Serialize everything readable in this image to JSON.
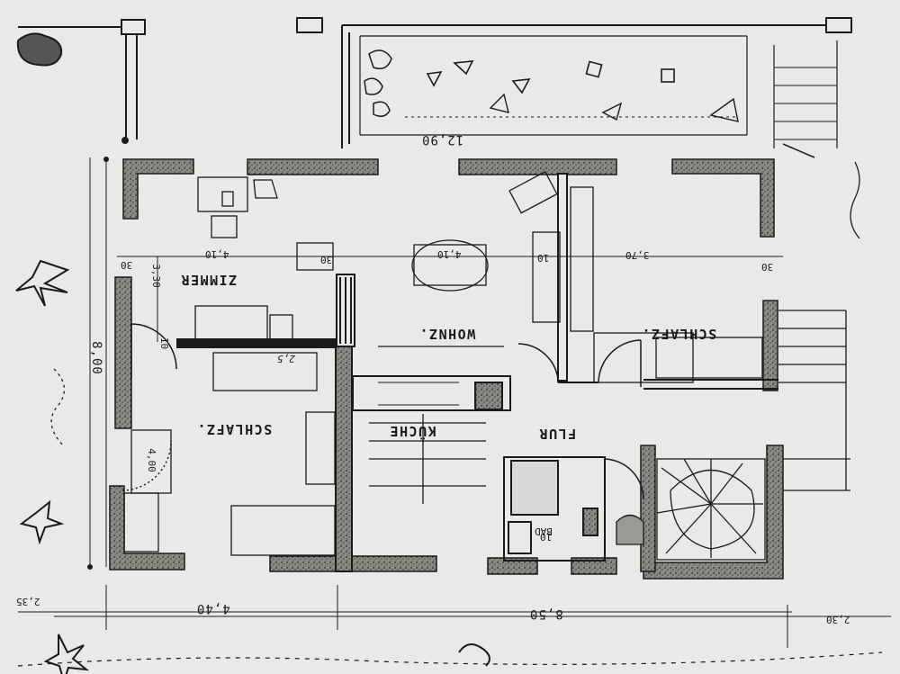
{
  "rooms": {
    "zimmer": "ZIMMER",
    "wohnz": "WOHNZ.",
    "schlafz_right": "SCHLAFZ.",
    "schlafz_left": "SCHLAFZ.",
    "kueche": "KÜCHE",
    "flur": "FLUR",
    "bad": "BAD"
  },
  "dimensions": {
    "total_width": "12,90",
    "zimmer_depth": "4,10",
    "wohnz_depth": "4,10",
    "schlafz_depth": "3,70",
    "left_height": "8,00",
    "zimmer_height": "3,30",
    "schlafz_height": "4,00",
    "bottom_left": "4,40",
    "bottom_mid": "8,50",
    "bottom_side_left": "2,35",
    "bottom_side_right": "2,30",
    "wall_30_a": "30",
    "wall_30_b": "30",
    "wall_30_c": "30",
    "wall_10_a": "10",
    "wall_10_b": "10",
    "wall_10_c": "10",
    "handwritten": "2,5"
  },
  "colors": {
    "paper": "#e9e9e7",
    "ink": "#1a1a1a",
    "wall_fill": "#6a6a66"
  }
}
